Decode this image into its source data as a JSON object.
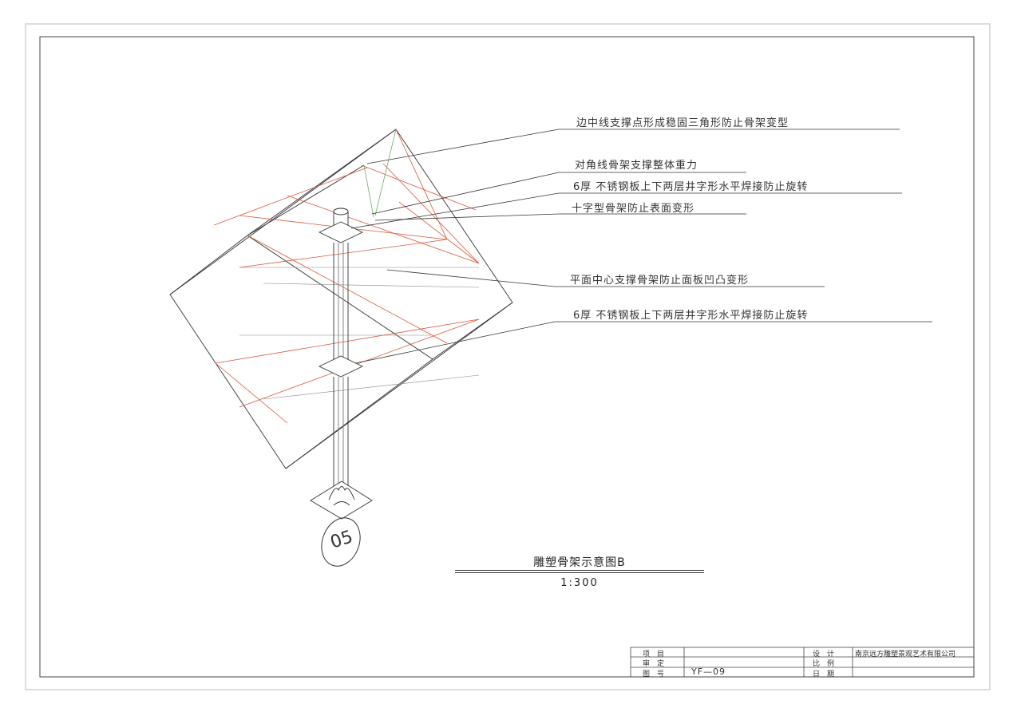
{
  "callouts": [
    "边中线支撑点形成稳固三角形防止骨架变型",
    "对角线骨架支撑整体重力",
    "6厚 不锈钢板上下两层井字形水平焊接防止旋转",
    "十字型骨架防止表面变形",
    "平面中心支撑骨架防止面板凹凸变形",
    "6厚 不锈钢板上下两层井字形水平焊接防止旋转"
  ],
  "badge": "05",
  "title": {
    "main": "雕塑骨架示意图B",
    "scale": "1:300"
  },
  "title_block": {
    "project_label": "项　目",
    "review_label": "审　定",
    "drawing_no_label": "图　号",
    "drawing_no": "YF—09",
    "design_label": "设　计",
    "design_company": "南京远方雕塑景观艺术有限公司",
    "scale_label": "比　例",
    "date_label": "日　期"
  },
  "colors": {
    "line": "#333333",
    "frame_red": "#d9583b",
    "diagonal_green": "#6fa86a"
  }
}
